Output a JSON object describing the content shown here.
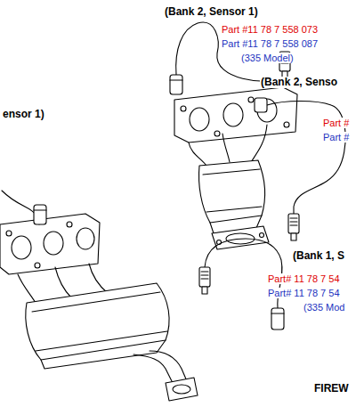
{
  "diagram": {
    "labels": [
      "(Bank 2, Sensor 1)",
      "Part #11 78 7 558 073",
      "Part #11 78 7 558 087",
      "(335 Model)",
      "(Bank 2, Senso",
      "Part #",
      "Part #",
      "ensor 1)",
      "(Bank 1, S",
      "Part# 11 78 7 54",
      "Part# 11 78 7 54",
      "(335 Mod",
      "FIREW"
    ]
  }
}
